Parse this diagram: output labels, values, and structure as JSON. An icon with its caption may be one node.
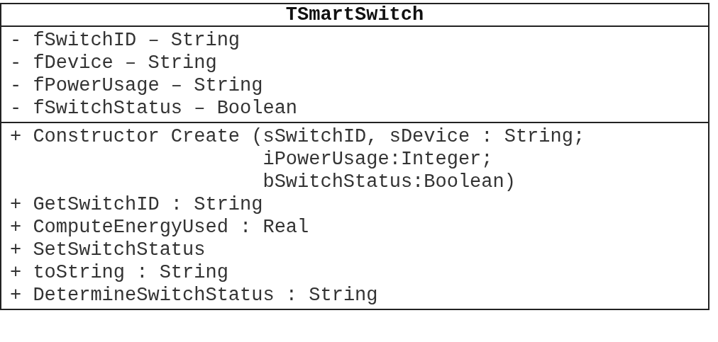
{
  "diagram": {
    "nodes": [
      {
        "text": [
          "TSmartSwitch"
        ]
      },
      {
        "text": [
          "- fSwitchID – String",
          "- fDevice – String",
          "- fPowerUsage – String",
          "- fSwitchStatus – Boolean"
        ],
        "in": 0
      },
      {
        "text": [
          "+ Constructor Create (sSwitchID, sDevice : String; iPowerUsage:Integer; bSwitchStatus:Boolean)",
          "+ GetSwitchID : String",
          "+ ComputeEnergyUsed : Real",
          "+ SetSwitchStatus",
          "+ toString : String",
          "+ DetermineSwitchStatus : String"
        ],
        "in": 0
      }
    ]
  }
}
